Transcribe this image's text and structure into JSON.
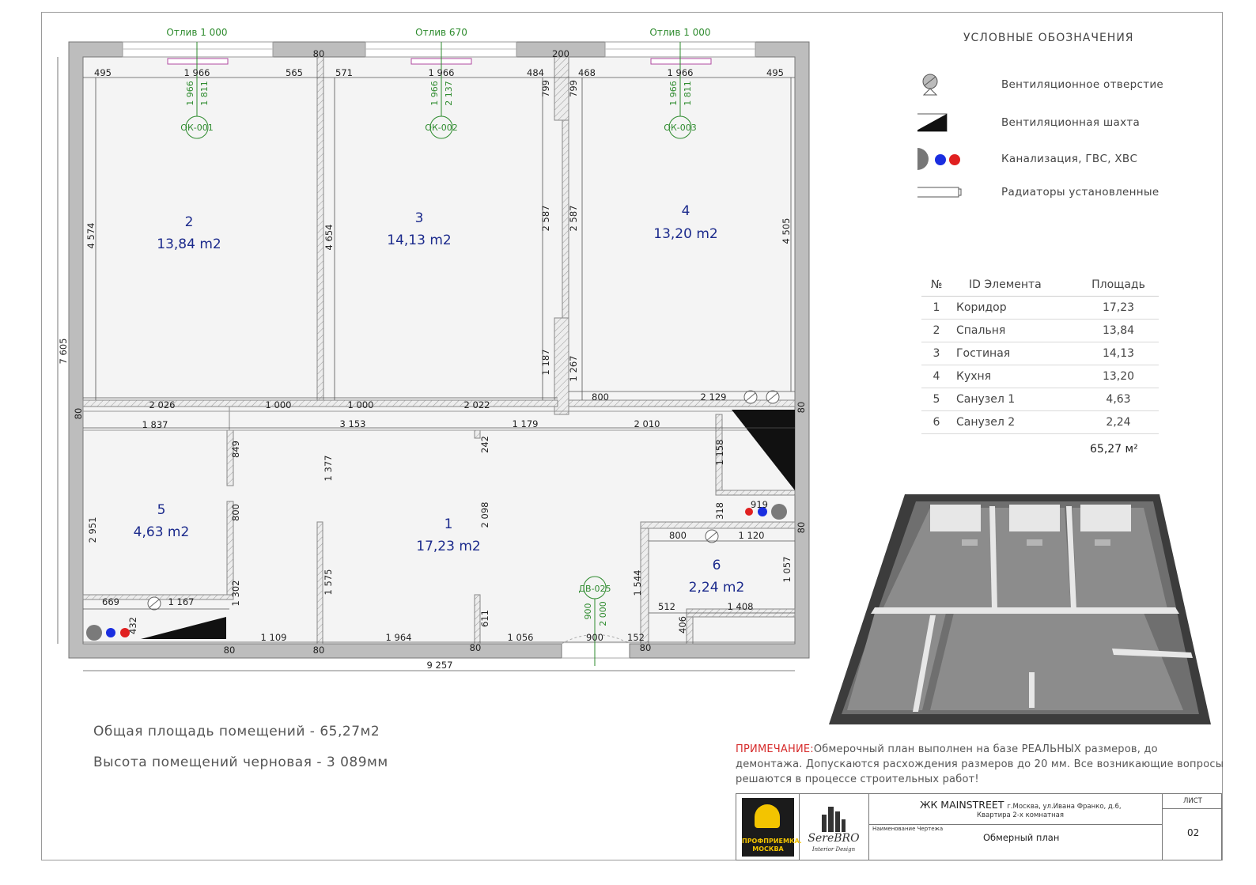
{
  "plan": {
    "windows": [
      {
        "label": "Отлив 1 000",
        "tag": "ОК-001",
        "dims": [
          "1 966",
          "1 811"
        ]
      },
      {
        "label": "Отлив 670",
        "tag": "ОК-002",
        "dims": [
          "1 966",
          "2 137"
        ]
      },
      {
        "label": "Отлив 1 000",
        "tag": "ОК-003",
        "dims": [
          "1 966",
          "1 811"
        ]
      }
    ],
    "door_tag": "ДВ-025",
    "door_dims": [
      "900",
      "2 000"
    ],
    "rooms": [
      {
        "number": "2",
        "area": "13,84 m2"
      },
      {
        "number": "3",
        "area": "14,13 m2"
      },
      {
        "number": "4",
        "area": "13,20 m2"
      },
      {
        "number": "5",
        "area": "4,63 m2"
      },
      {
        "number": "1",
        "area": "17,23 m2"
      },
      {
        "number": "6",
        "area": "2,24 m2"
      }
    ],
    "dims": {
      "top_row": [
        "495",
        "1 966",
        "565",
        "571",
        "1 966",
        "484",
        "468",
        "1 966",
        "495"
      ],
      "wall_top": [
        "80",
        "200"
      ],
      "heights": [
        "4 574",
        "4 654",
        "2 587",
        "2 587",
        "4 505",
        "1 187",
        "1 267",
        "7 605"
      ],
      "stub": [
        "799",
        "799"
      ],
      "mid_row": [
        "2 026",
        "1 000",
        "1 000",
        "2 022",
        "800",
        "2 129"
      ],
      "corridor_row": [
        "1 837",
        "3 153",
        "1 179",
        "2 010"
      ],
      "side_80": [
        "80",
        "80",
        "80"
      ],
      "left_lower": [
        "849",
        "800",
        "1 302",
        "2 951",
        "1 377",
        "1 575",
        "242",
        "2 098",
        "611",
        "1 158",
        "318",
        "919"
      ],
      "bath2": [
        "800",
        "1 120",
        "1 057",
        "1 544",
        "512",
        "1 408",
        "406",
        "152"
      ],
      "bath1": [
        "669",
        "1 167",
        "432"
      ],
      "bottom_row": [
        "1 109",
        "1 964",
        "1 056",
        "900"
      ],
      "bottom_walls": [
        "80",
        "80",
        "80",
        "80"
      ],
      "total_width": "9 257"
    }
  },
  "legend": {
    "title": "УСЛОВНЫЕ ОБОЗНАЧЕНИЯ",
    "items": [
      {
        "icon": "ventilation-hole-icon",
        "label": "Вентиляционное отверстие"
      },
      {
        "icon": "ventilation-shaft-icon",
        "label": "Вентиляционная шахта"
      },
      {
        "icon": "sewer-hot-cold-water-icon",
        "label": "Канализация, ГВС, ХВС"
      },
      {
        "icon": "radiator-icon",
        "label": "Радиаторы установленные"
      }
    ]
  },
  "table": {
    "headers": [
      "№",
      "ID Элемента",
      "Площадь"
    ],
    "rows": [
      [
        "1",
        "Коридор",
        "17,23"
      ],
      [
        "2",
        "Спальня",
        "13,84"
      ],
      [
        "3",
        "Гостиная",
        "14,13"
      ],
      [
        "4",
        "Кухня",
        "13,20"
      ],
      [
        "5",
        "Санузел 1",
        "4,63"
      ],
      [
        "6",
        "Санузел 2",
        "2,24"
      ]
    ],
    "total": "65,27 м²"
  },
  "summary": {
    "area": "Общая площадь помещений  - 65,27м2",
    "height": "Высота помещений черновая - 3 089мм"
  },
  "note": {
    "label": "ПРИМЕЧАНИЕ:",
    "text": "Обмерочный план выполнен на базе РЕАЛЬНЫХ размеров, до демонтажа. Допускаются расхождения размеров до 20 мм. Все возникающие вопросы решаются в процессе строительных работ!"
  },
  "title_block": {
    "logo1_text": "ПРОФПРИЕМКА. МОСКВА",
    "logo2_name": "SereBRO",
    "logo2_sub": "Interior Design",
    "project": "ЖК MAINSTREET",
    "address": "г.Москва, ул.Ивана Франко, д.6,",
    "apartment": "Квартира 2-х комнатная",
    "drawing_name_label": "Наименование Чертежа",
    "drawing_name": "Обмерный план",
    "sheet_label": "ЛИСТ",
    "sheet_no": "02"
  },
  "colors": {
    "wall": "#b9b9b9",
    "room_label": "#1b2a8c",
    "green": "#2e8b2e",
    "hot": "#e02020",
    "cold": "#1a2ee0",
    "sewer": "#7a7a7a"
  }
}
